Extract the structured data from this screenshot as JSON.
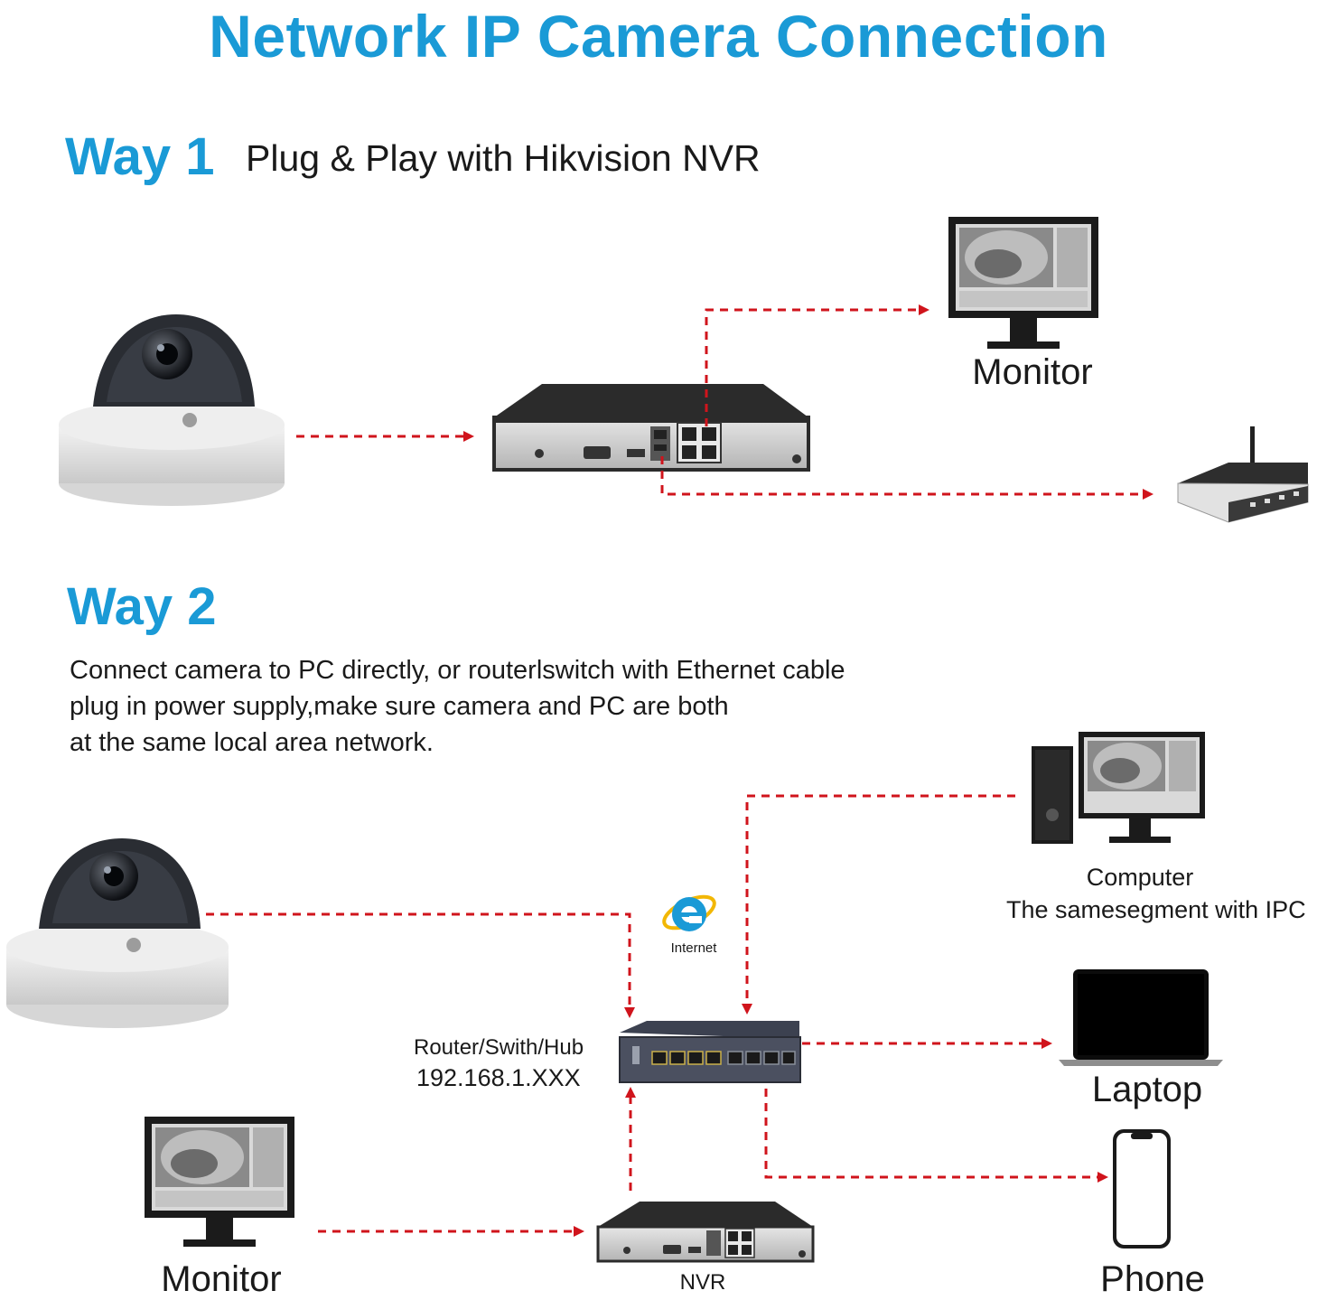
{
  "title": "Network IP Camera Connection",
  "way1": {
    "label": "Way 1",
    "subtitle": "Plug & Play with Hikvision NVR",
    "monitor_label": "Monitor"
  },
  "way2": {
    "label": "Way 2",
    "description": [
      "Connect camera to PC directly, or routerlswitch with Ethernet cable",
      "plug in power supply,make sure camera and PC are both",
      "at the same local area network."
    ],
    "computer_label": "Computer",
    "computer_sublabel": "The samesegment with IPC",
    "internet_label": "Internet",
    "switch_label": "Router/Swith/Hub",
    "switch_ip": "192.168.1.XXX",
    "laptop_label": "Laptop",
    "phone_label": "Phone",
    "monitor_label": "Monitor",
    "nvr_label": "NVR"
  },
  "colors": {
    "accent": "#1a9ad6",
    "arrow": "#d0141c",
    "device_dark": "#1e1e1e",
    "device_silver": "#c8c8c8"
  }
}
